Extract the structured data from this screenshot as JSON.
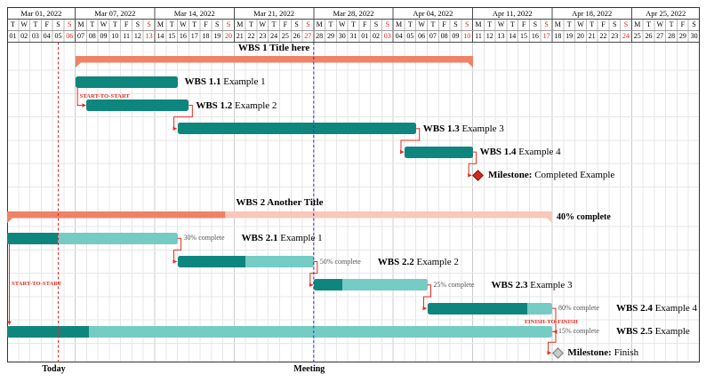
{
  "chart_data": {
    "type": "gantt",
    "date_range": "Mar 01, 2022 - Apr 30, 2022",
    "calendar": {
      "weeks": [
        {
          "label": "Mar 01, 2022",
          "days": 6
        },
        {
          "label": "Mar 07, 2022",
          "days": 7
        },
        {
          "label": "Mar 14, 2022",
          "days": 7
        },
        {
          "label": "Mar 21, 2022",
          "days": 7
        },
        {
          "label": "Mar 28, 2022",
          "days": 7
        },
        {
          "label": "Apr 04, 2022",
          "days": 7
        },
        {
          "label": "Apr 11, 2022",
          "days": 7
        },
        {
          "label": "Apr 18, 2022",
          "days": 7
        },
        {
          "label": "Apr 25, 2022",
          "days": 6
        }
      ],
      "day_letters": [
        "T",
        "W",
        "T",
        "F",
        "S",
        "S",
        "M",
        "T",
        "W",
        "T",
        "F",
        "S",
        "S",
        "M",
        "T",
        "W",
        "T",
        "F",
        "S",
        "S",
        "M",
        "T",
        "W",
        "T",
        "F",
        "S",
        "S",
        "M",
        "T",
        "W",
        "T",
        "F",
        "S",
        "S",
        "M",
        "T",
        "W",
        "T",
        "F",
        "S",
        "S",
        "M",
        "T",
        "W",
        "T",
        "F",
        "S",
        "S",
        "M",
        "T",
        "W",
        "T",
        "F",
        "S",
        "S",
        "M",
        "T",
        "W",
        "T",
        "F",
        "S"
      ],
      "day_numbers": [
        "01",
        "02",
        "03",
        "04",
        "05",
        "06",
        "07",
        "08",
        "09",
        "10",
        "11",
        "12",
        "13",
        "14",
        "15",
        "16",
        "17",
        "18",
        "19",
        "20",
        "21",
        "22",
        "23",
        "24",
        "25",
        "26",
        "27",
        "28",
        "29",
        "30",
        "31",
        "01",
        "02",
        "03",
        "04",
        "05",
        "06",
        "07",
        "08",
        "09",
        "10",
        "11",
        "12",
        "13",
        "14",
        "15",
        "16",
        "17",
        "18",
        "19",
        "20",
        "21",
        "22",
        "23",
        "24",
        "25",
        "26",
        "27",
        "28",
        "29",
        "30"
      ],
      "sunday_indices": [
        5,
        12,
        19,
        26,
        33,
        40,
        47,
        54
      ]
    },
    "rows": [
      {
        "id": "g1",
        "kind": "group",
        "name": "WBS 1",
        "desc": "Title here",
        "start": 6,
        "end": 40
      },
      {
        "id": "t11",
        "kind": "task",
        "name": "WBS 1.1",
        "desc": "Example 1",
        "start": 6,
        "end": 14
      },
      {
        "id": "t12",
        "kind": "task",
        "name": "WBS 1.2",
        "desc": "Example 2",
        "start": 7,
        "end": 15
      },
      {
        "id": "t13",
        "kind": "task",
        "name": "WBS 1.3",
        "desc": "Example 3",
        "start": 15,
        "end": 35
      },
      {
        "id": "t14",
        "kind": "task",
        "name": "WBS 1.4",
        "desc": "Example 4",
        "start": 35,
        "end": 40
      },
      {
        "id": "m1",
        "kind": "milestone",
        "name": "Milestone:",
        "desc": "Completed Example",
        "day": 41,
        "variant": "red"
      },
      {
        "id": "g2",
        "kind": "group",
        "name": "WBS 2",
        "desc": "Another Title",
        "start": 0,
        "end": 47,
        "progress": 40,
        "progress_label": "40% complete"
      },
      {
        "id": "t21",
        "kind": "task",
        "name": "WBS 2.1",
        "desc": "Example 1",
        "start": 0,
        "end": 14,
        "progress": 30,
        "progress_label": "30% complete"
      },
      {
        "id": "t22",
        "kind": "task",
        "name": "WBS 2.2",
        "desc": "Example 2",
        "start": 15,
        "end": 26,
        "progress": 50,
        "progress_label": "50% complete"
      },
      {
        "id": "t23",
        "kind": "task",
        "name": "WBS 2.3",
        "desc": "Example 3",
        "start": 27,
        "end": 36,
        "progress": 25,
        "progress_label": "25% complete"
      },
      {
        "id": "t24",
        "kind": "task",
        "name": "WBS 2.4",
        "desc": "Example 4",
        "start": 37,
        "end": 47,
        "progress": 80,
        "progress_label": "80% complete"
      },
      {
        "id": "t25",
        "kind": "task",
        "name": "WBS 2.5",
        "desc": "Example",
        "start": 0,
        "end": 47,
        "progress": 15,
        "progress_label": "15% complete"
      },
      {
        "id": "m2",
        "kind": "milestone",
        "name": "Milestone:",
        "desc": "Finish",
        "day": 48,
        "variant": "gray"
      }
    ],
    "links": [
      {
        "from": "t11",
        "to": "t12",
        "type": "start-to-start",
        "label": "START-TO-START"
      },
      {
        "from": "t12",
        "to": "t13",
        "type": "finish-to-start"
      },
      {
        "from": "t13",
        "to": "t14",
        "type": "finish-to-start"
      },
      {
        "from": "t14",
        "to": "m1",
        "type": "finish-to-start"
      },
      {
        "from": "t21",
        "to": "t25",
        "type": "start-to-start",
        "label": "START-TO-START"
      },
      {
        "from": "t21",
        "to": "t22",
        "type": "finish-to-start"
      },
      {
        "from": "t22",
        "to": "t23",
        "type": "finish-to-start"
      },
      {
        "from": "t23",
        "to": "t24",
        "type": "finish-to-start"
      },
      {
        "from": "t24",
        "to": "t25",
        "type": "finish-to-finish",
        "label": "FINISH-TO-FINISH"
      },
      {
        "from": "t25",
        "to": "m2",
        "type": "finish-to-start"
      }
    ],
    "vlines": [
      {
        "day": 4.5,
        "style": "dashed",
        "color": "#e02424",
        "label": "Today"
      },
      {
        "day": 27,
        "style": "dashed",
        "color": "#2c2cd8",
        "label": "Meeting"
      }
    ],
    "colors": {
      "group_fill": "#ee8266",
      "group_incomplete": "#f8c8ba",
      "task_fill": "#0f867d",
      "task_incomplete": "#74ccc4",
      "link": "#e62b1e",
      "milestone_red": "#d42a1d",
      "milestone_gray": "#c9c9c9",
      "sunday": "#d42a1d",
      "progress_text": "#555555"
    }
  }
}
